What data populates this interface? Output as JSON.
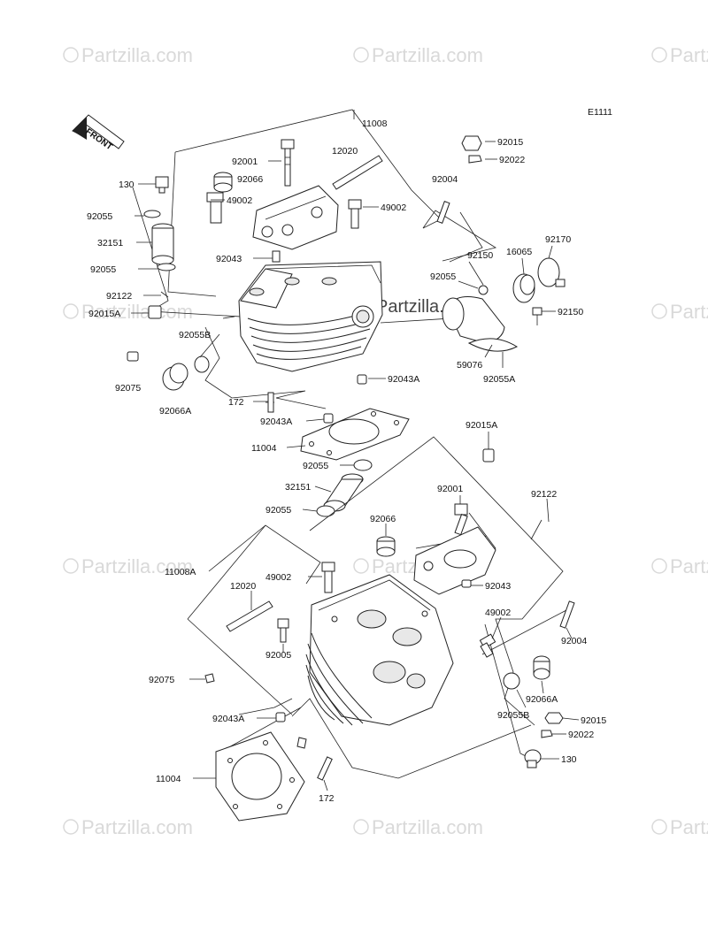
{
  "diagram": {
    "code": "E1111",
    "front_label": "FRONT",
    "watermark": "Partzilla.com"
  },
  "labels": [
    {
      "id": "11008-top",
      "text": "11008"
    },
    {
      "id": "12020-top",
      "text": "12020"
    },
    {
      "id": "92001-top",
      "text": "92001"
    },
    {
      "id": "92066-top",
      "text": "92066"
    },
    {
      "id": "49002-top-l",
      "text": "49002"
    },
    {
      "id": "49002-top-r",
      "text": "49002"
    },
    {
      "id": "92015-tr",
      "text": "92015"
    },
    {
      "id": "92022-tr",
      "text": "92022"
    },
    {
      "id": "92004-top",
      "text": "92004"
    },
    {
      "id": "130-top",
      "text": "130"
    },
    {
      "id": "92055-a",
      "text": "92055"
    },
    {
      "id": "32151-top",
      "text": "32151"
    },
    {
      "id": "92055-b",
      "text": "92055"
    },
    {
      "id": "92043-top",
      "text": "92043"
    },
    {
      "id": "92122-top",
      "text": "92122"
    },
    {
      "id": "92015A-top",
      "text": "92015A"
    },
    {
      "id": "92150-a",
      "text": "92150"
    },
    {
      "id": "16065",
      "text": "16065"
    },
    {
      "id": "92170",
      "text": "92170"
    },
    {
      "id": "92055-c",
      "text": "92055"
    },
    {
      "id": "92150-b",
      "text": "92150"
    },
    {
      "id": "92055B-top",
      "text": "92055B"
    },
    {
      "id": "92075-top",
      "text": "92075"
    },
    {
      "id": "92066A-top",
      "text": "92066A"
    },
    {
      "id": "59076",
      "text": "59076"
    },
    {
      "id": "92055A",
      "text": "92055A"
    },
    {
      "id": "92043A-r",
      "text": "92043A"
    },
    {
      "id": "172-top",
      "text": "172"
    },
    {
      "id": "92043A-mid",
      "text": "92043A"
    },
    {
      "id": "11004-top",
      "text": "11004"
    },
    {
      "id": "92055-d",
      "text": "92055"
    },
    {
      "id": "32151-bot",
      "text": "32151"
    },
    {
      "id": "92055-e",
      "text": "92055"
    },
    {
      "id": "92015A-bot",
      "text": "92015A"
    },
    {
      "id": "92001-bot",
      "text": "92001"
    },
    {
      "id": "92122-bot",
      "text": "92122"
    },
    {
      "id": "92066-bot",
      "text": "92066"
    },
    {
      "id": "11008A",
      "text": "11008A"
    },
    {
      "id": "49002-bot-l",
      "text": "49002"
    },
    {
      "id": "12020-bot",
      "text": "12020"
    },
    {
      "id": "92043-bot",
      "text": "92043"
    },
    {
      "id": "49002-bot-r",
      "text": "49002"
    },
    {
      "id": "92005",
      "text": "92005"
    },
    {
      "id": "92004-bot",
      "text": "92004"
    },
    {
      "id": "92075-bot",
      "text": "92075"
    },
    {
      "id": "92066A-bot",
      "text": "92066A"
    },
    {
      "id": "92055B-bot",
      "text": "92055B"
    },
    {
      "id": "92015-bot",
      "text": "92015"
    },
    {
      "id": "92043A-bot",
      "text": "92043A"
    },
    {
      "id": "92022-bot",
      "text": "92022"
    },
    {
      "id": "130-bot",
      "text": "130"
    },
    {
      "id": "11004-bot",
      "text": "11004"
    },
    {
      "id": "172-bot",
      "text": "172"
    }
  ]
}
